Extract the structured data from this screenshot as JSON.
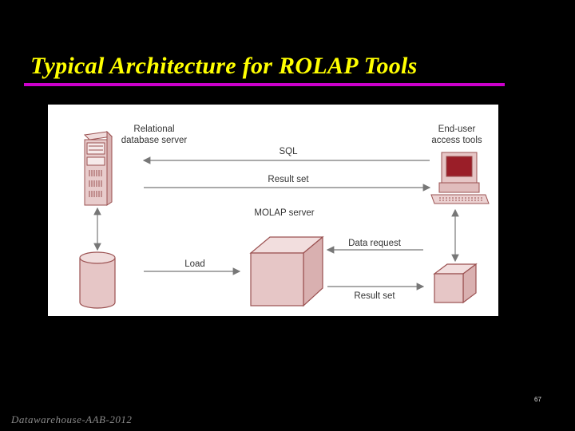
{
  "slide": {
    "title": "Typical Architecture for ROLAP Tools",
    "number": "67",
    "footer": "Datawarehouse-AAB-2012"
  },
  "diagram": {
    "labels": {
      "relational_line1": "Relational",
      "relational_line2": "database server",
      "enduser_line1": "End-user",
      "enduser_line2": "access tools",
      "sql": "SQL",
      "result_set_top": "Result set",
      "molap_server": "MOLAP server",
      "data_request": "Data request",
      "load": "Load",
      "result_set_bottom": "Result set"
    },
    "colors": {
      "shape_fill": "#e6c6c6",
      "shape_stroke": "#9a5050",
      "screen": "#9a1e28",
      "arrow": "#777777",
      "title": "#ffff00",
      "rule": "#cc00cc"
    }
  }
}
